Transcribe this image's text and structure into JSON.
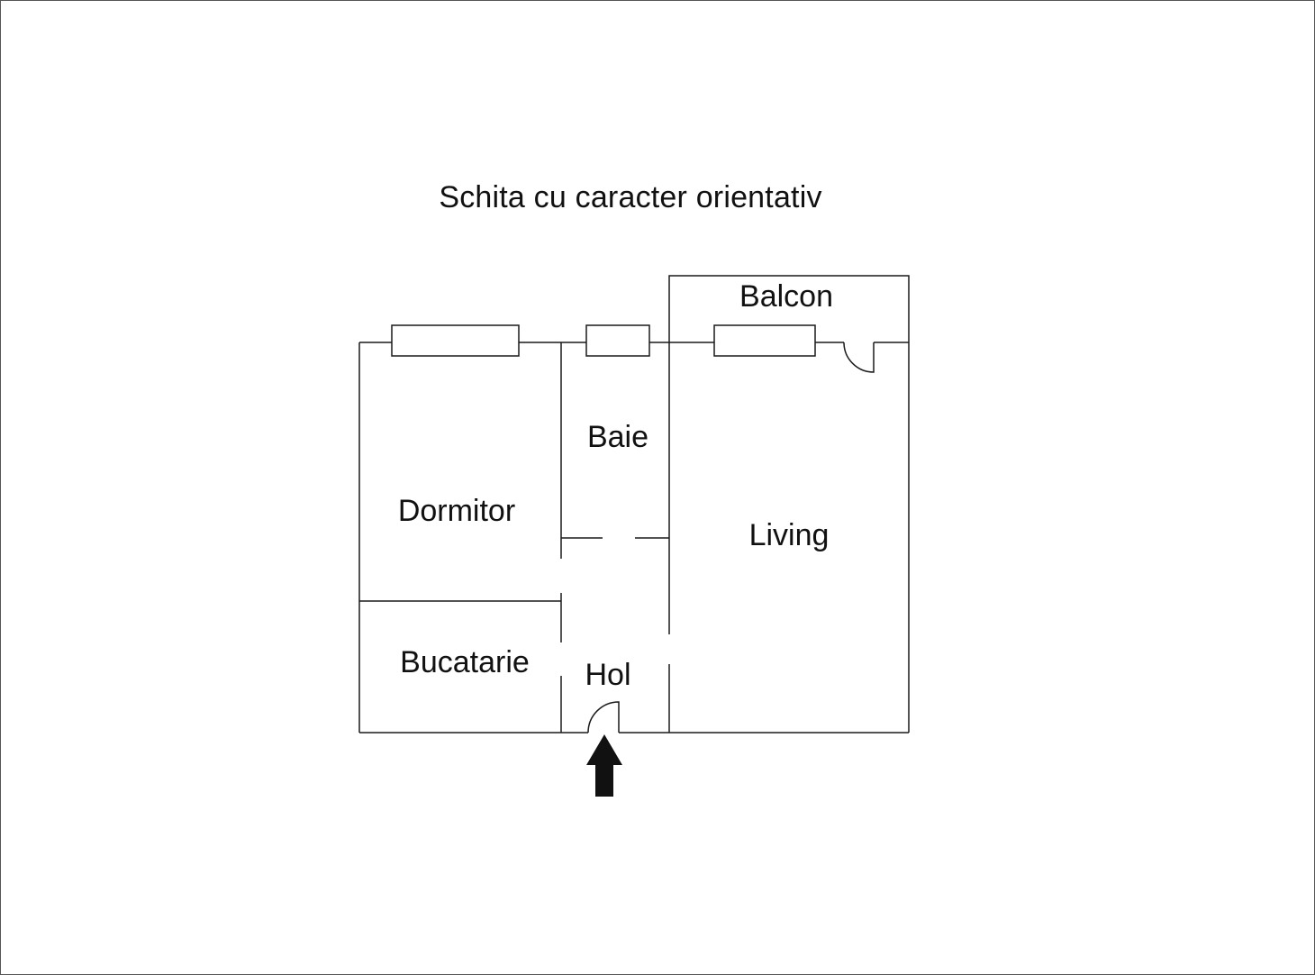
{
  "title": "Schita cu caracter orientativ",
  "rooms": {
    "balcon": "Balcon",
    "baie": "Baie",
    "dormitor": "Dormitor",
    "living": "Living",
    "bucatarie": "Bucatarie",
    "hol": "Hol"
  },
  "colors": {
    "line": "#1a1a1a",
    "arrow": "#111111",
    "background": "#ffffff"
  },
  "icons": {
    "entrance": "entrance-arrow-icon"
  }
}
